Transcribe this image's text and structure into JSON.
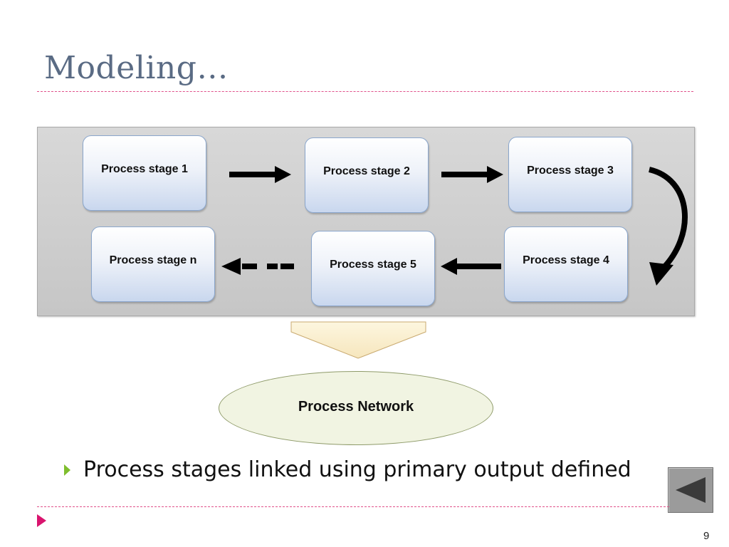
{
  "slide": {
    "title": "Modeling…",
    "page_number": "9"
  },
  "diagram": {
    "stages": [
      {
        "label": "Process stage 1"
      },
      {
        "label": "Process stage 2"
      },
      {
        "label": "Process stage 3"
      },
      {
        "label": "Process stage 4"
      },
      {
        "label": "Process stage 5"
      },
      {
        "label": "Process stage n"
      }
    ],
    "network_label": "Process Network"
  },
  "bullets": [
    {
      "text": "Process stages linked using primary output defined"
    }
  ],
  "colors": {
    "title": "#5a6b84",
    "rule": "#e0508a",
    "bullet": "#7fbe2e",
    "footer_marker": "#d9146e",
    "stage_border": "#8aa6cc",
    "ellipse_fill": "#f1f4e2"
  },
  "icons": {
    "back_button": "back-triangle-icon",
    "bullet": "green-triangle-bullet-icon",
    "footer": "pink-triangle-marker-icon"
  }
}
